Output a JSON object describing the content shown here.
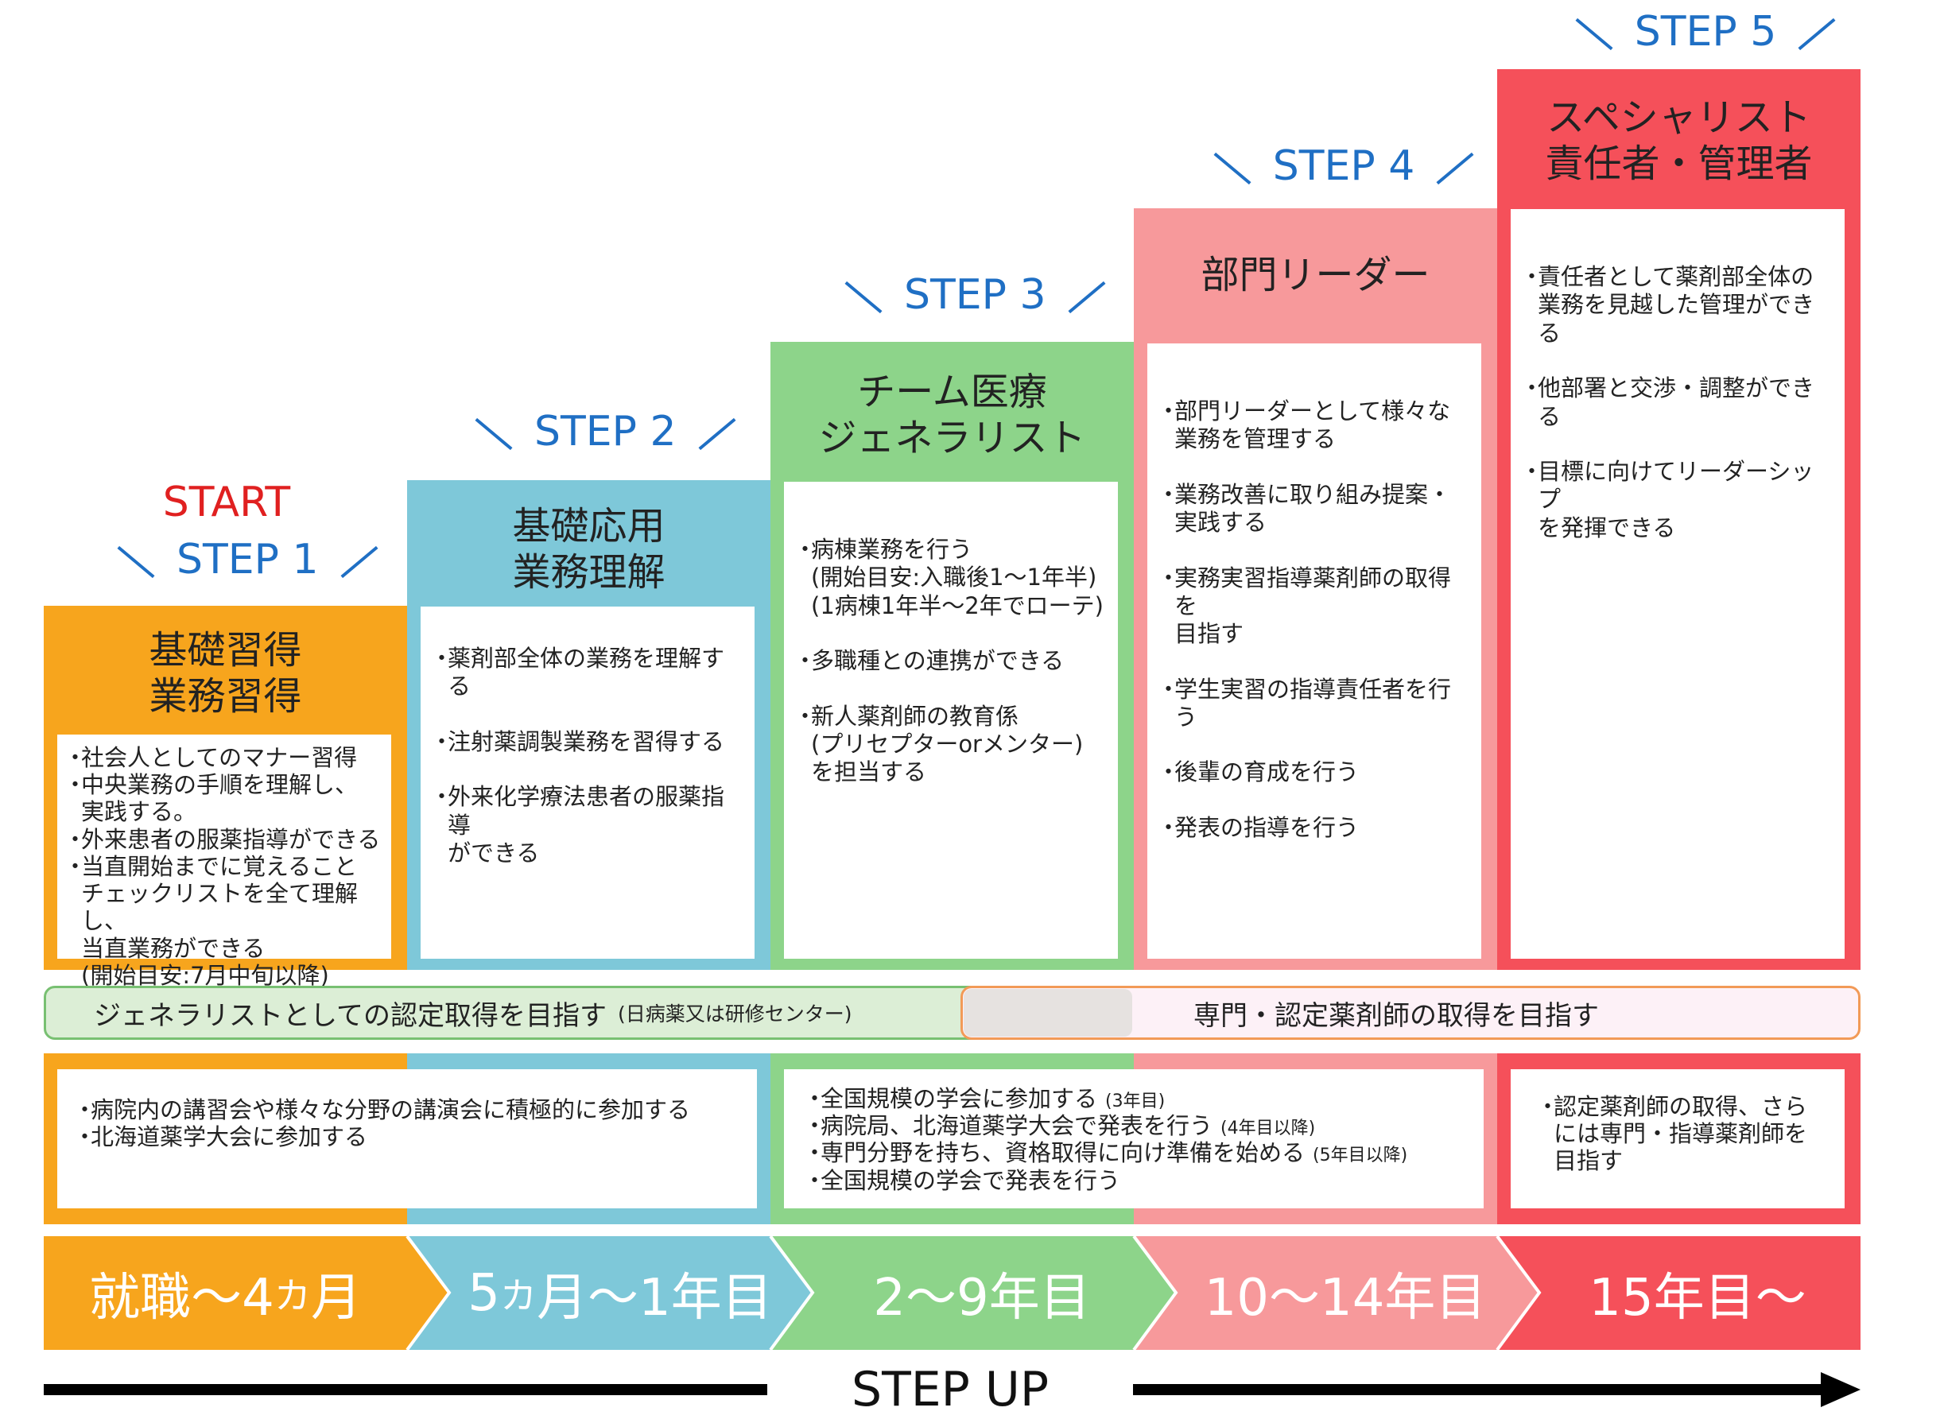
{
  "steps": [
    {
      "label": "STEP 1",
      "start": "START",
      "title_lines": [
        "基礎習得",
        "業務習得"
      ],
      "items": [
        "社会人としてのマナー習得",
        "中央業務の手順を理解し、\n実践する。",
        "外来患者の服薬指導ができる",
        "当直開始までに覚えること\nチェックリストを全て理解し、\n当直業務ができる\n(開始目安:7月中旬以降)"
      ]
    },
    {
      "label": "STEP 2",
      "title_lines": [
        "基礎応用",
        "業務理解"
      ],
      "items": [
        "薬剤部全体の業務を理解する",
        "注射薬調製業務を習得する",
        "外来化学療法患者の服薬指導\nができる"
      ]
    },
    {
      "label": "STEP 3",
      "title_lines": [
        "チーム医療",
        "ジェネラリスト"
      ],
      "items": [
        "病棟業務を行う\n(開始目安:入職後1～1年半)\n(1病棟1年半～2年でローテ)",
        "多職種との連携ができる",
        "新人薬剤師の教育係\n(プリセプターorメンター)\nを担当する"
      ]
    },
    {
      "label": "STEP 4",
      "title_lines": [
        "部門リーダー"
      ],
      "items": [
        "部門リーダーとして様々な\n業務を管理する",
        "業務改善に取り組み提案・\n実践する",
        "実務実習指導薬剤師の取得を\n目指す",
        "学生実習の指導責任者を行う",
        "後輩の育成を行う",
        "発表の指導を行う"
      ]
    },
    {
      "label": "STEP 5",
      "title_lines": [
        "スペシャリスト",
        "責任者・管理者"
      ],
      "items": [
        "責任者として薬剤部全体の\n業務を見越した管理ができる",
        "他部署と交渉・調整ができる",
        "目標に向けてリーダーシップ\nを発揮できる"
      ]
    }
  ],
  "goals": {
    "generalist": "ジェネラリストとしての認定取得を目指す",
    "generalist_note": "(日病薬又は研修センター)",
    "specialist": "専門・認定薬剤師の取得を目指す"
  },
  "activities": {
    "early": [
      "病院内の講習会や様々な分野の講演会に積極的に参加する",
      "北海道薬学大会に参加する"
    ],
    "middle": [
      {
        "text": "全国規模の学会に参加する",
        "note": "(3年目)"
      },
      {
        "text": "病院局、北海道薬学大会で発表を行う",
        "note": "(4年目以降)"
      },
      {
        "text": "専門分野を持ち、資格取得に向け準備を始める",
        "note": "(5年目以降)"
      },
      {
        "text": "全国規模の学会で発表を行う",
        "note": ""
      }
    ],
    "late": [
      "認定薬剤師の取得、さら\nには専門・指導薬剤師を\n目指す"
    ]
  },
  "periods": [
    {
      "main": "就職～4",
      "small": "カ",
      "tail": "月"
    },
    {
      "main": "5",
      "small": "カ",
      "tail": "月～1年目"
    },
    {
      "main": "2～9年目",
      "small": "",
      "tail": ""
    },
    {
      "main": "10～14年目",
      "small": "",
      "tail": ""
    },
    {
      "main": "15年目～",
      "small": "",
      "tail": ""
    }
  ],
  "footer": {
    "stepup": "STEP UP"
  },
  "colors": {
    "step1": "#f7a51d",
    "step2": "#7ec8d9",
    "step3": "#8dd48a",
    "step4": "#f7999b",
    "step5": "#f5505a",
    "label_blue": "#1f6fc4",
    "start_red": "#e02020"
  }
}
